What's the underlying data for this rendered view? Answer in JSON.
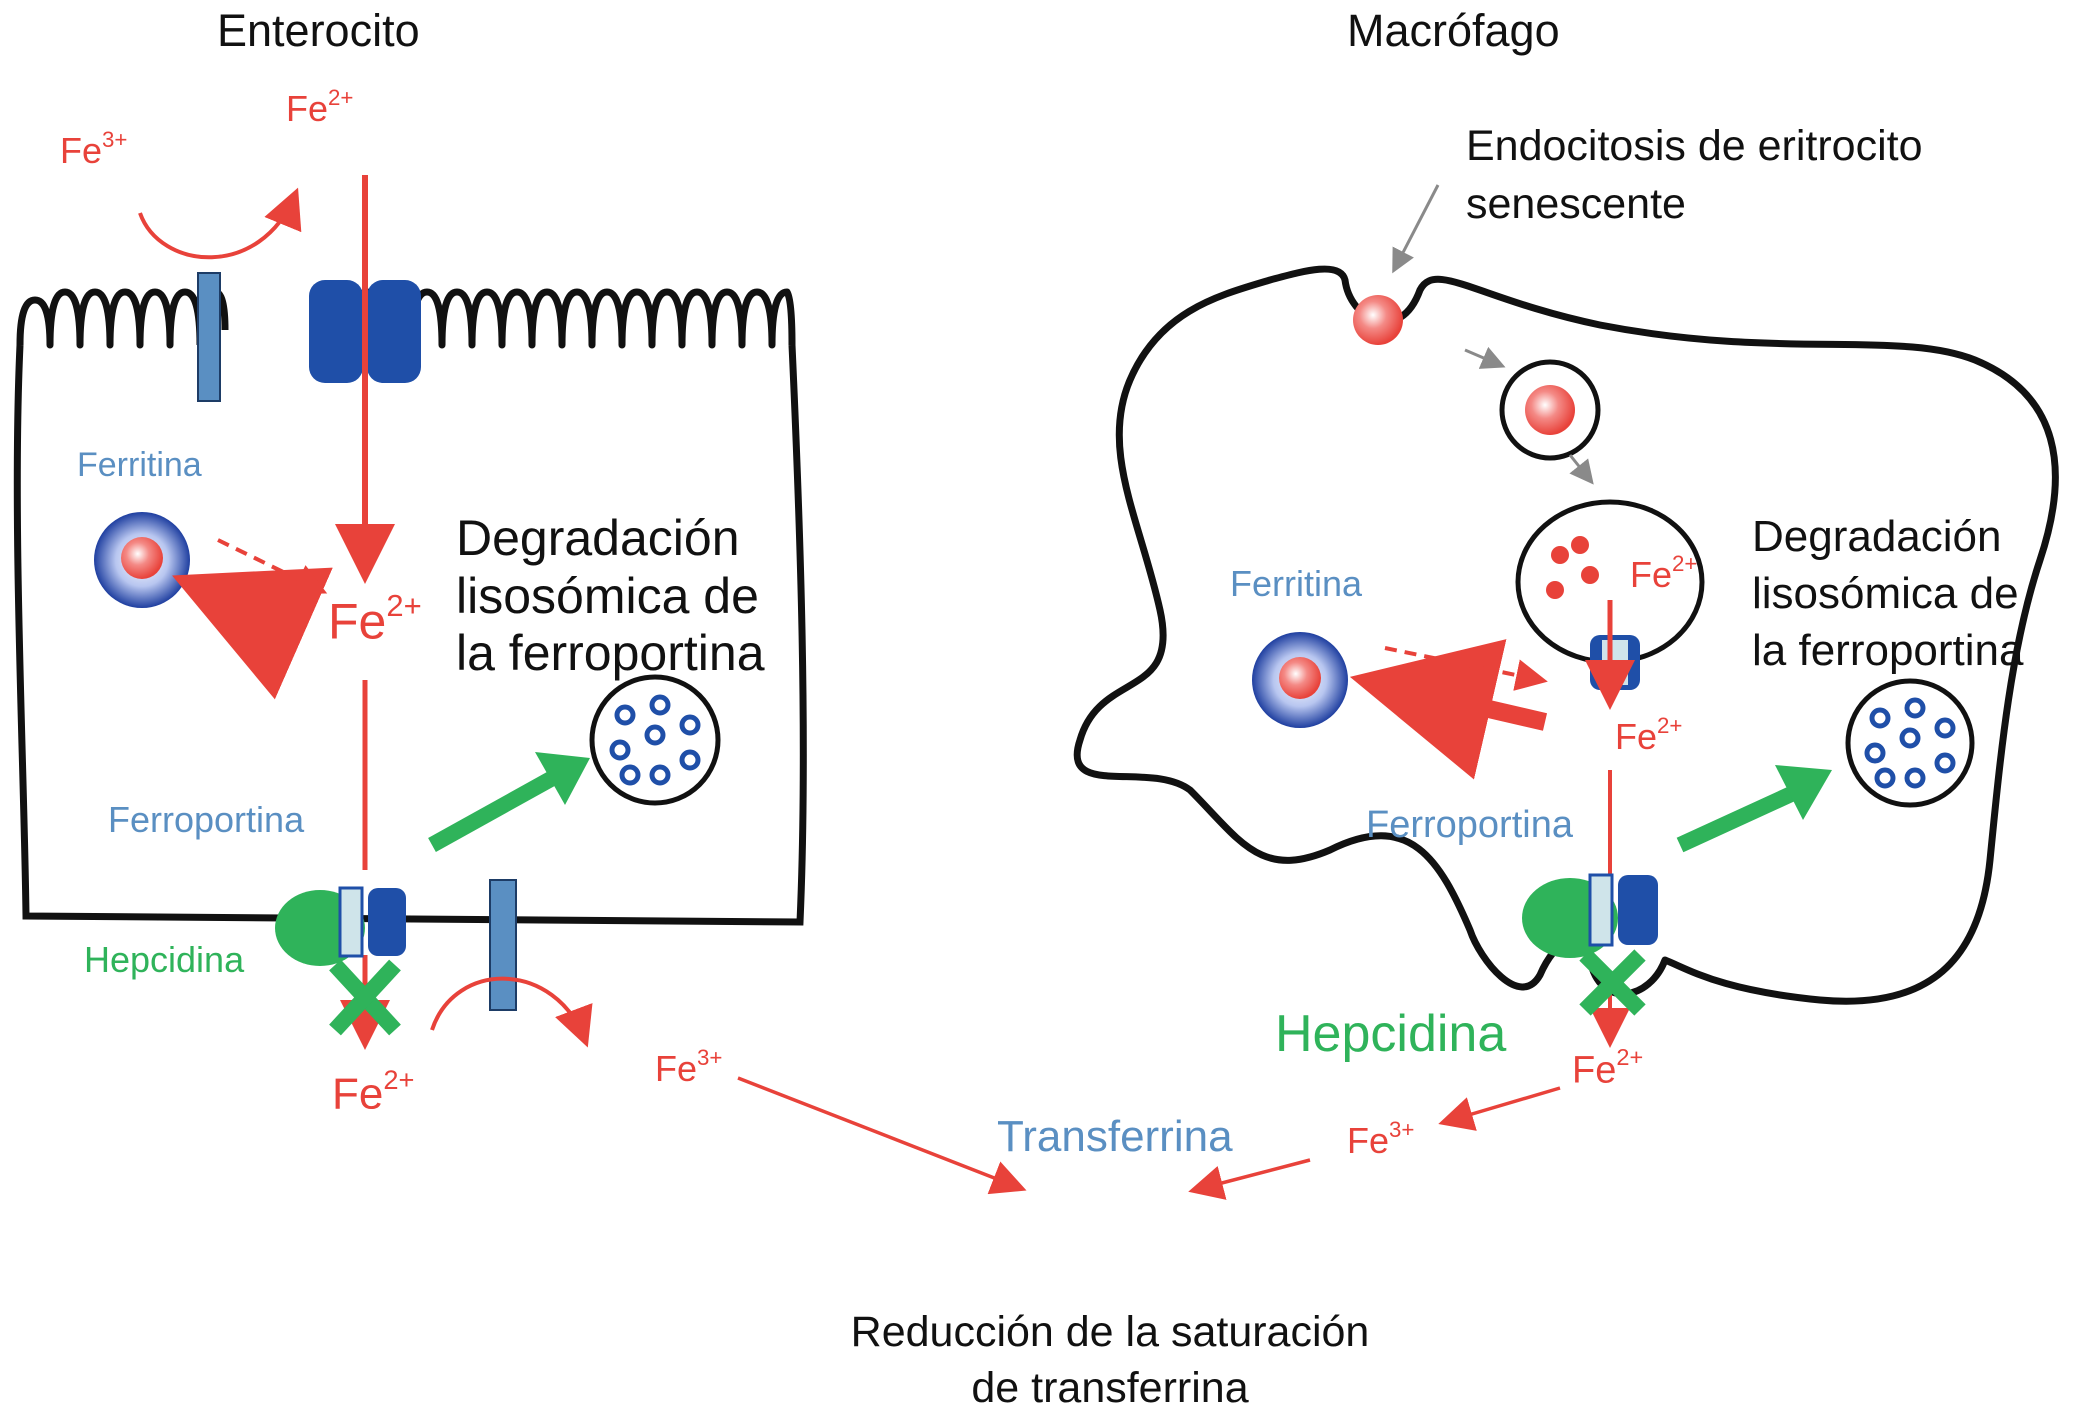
{
  "titles": {
    "enterocyte": "Enterocito",
    "macrophage": "Macrófago"
  },
  "ions": {
    "fe_base": "Fe",
    "fe2_charge": "2+",
    "fe3_charge": "3+"
  },
  "labels": {
    "ferritina": "Ferritina",
    "ferroportina": "Ferroportina",
    "hepcidina": "Hepcidina",
    "transferrina": "Transferrina",
    "degradation_line1": "Degradación",
    "degradation_line2": "lisosómica de",
    "degradation_line3": "la ferroportina",
    "endocytosis_line1": "Endocitosis de eritrocito",
    "endocytosis_line2": "senescente",
    "result_line1": "Reducción de la saturación",
    "result_line2": "de transferrina"
  },
  "colors": {
    "iron_red": "#e8423a",
    "label_blue": "#5a8fc2",
    "protein_blue": "#1f4fa8",
    "hepcidin_green": "#2fb35a",
    "membrane_black": "#111111"
  }
}
